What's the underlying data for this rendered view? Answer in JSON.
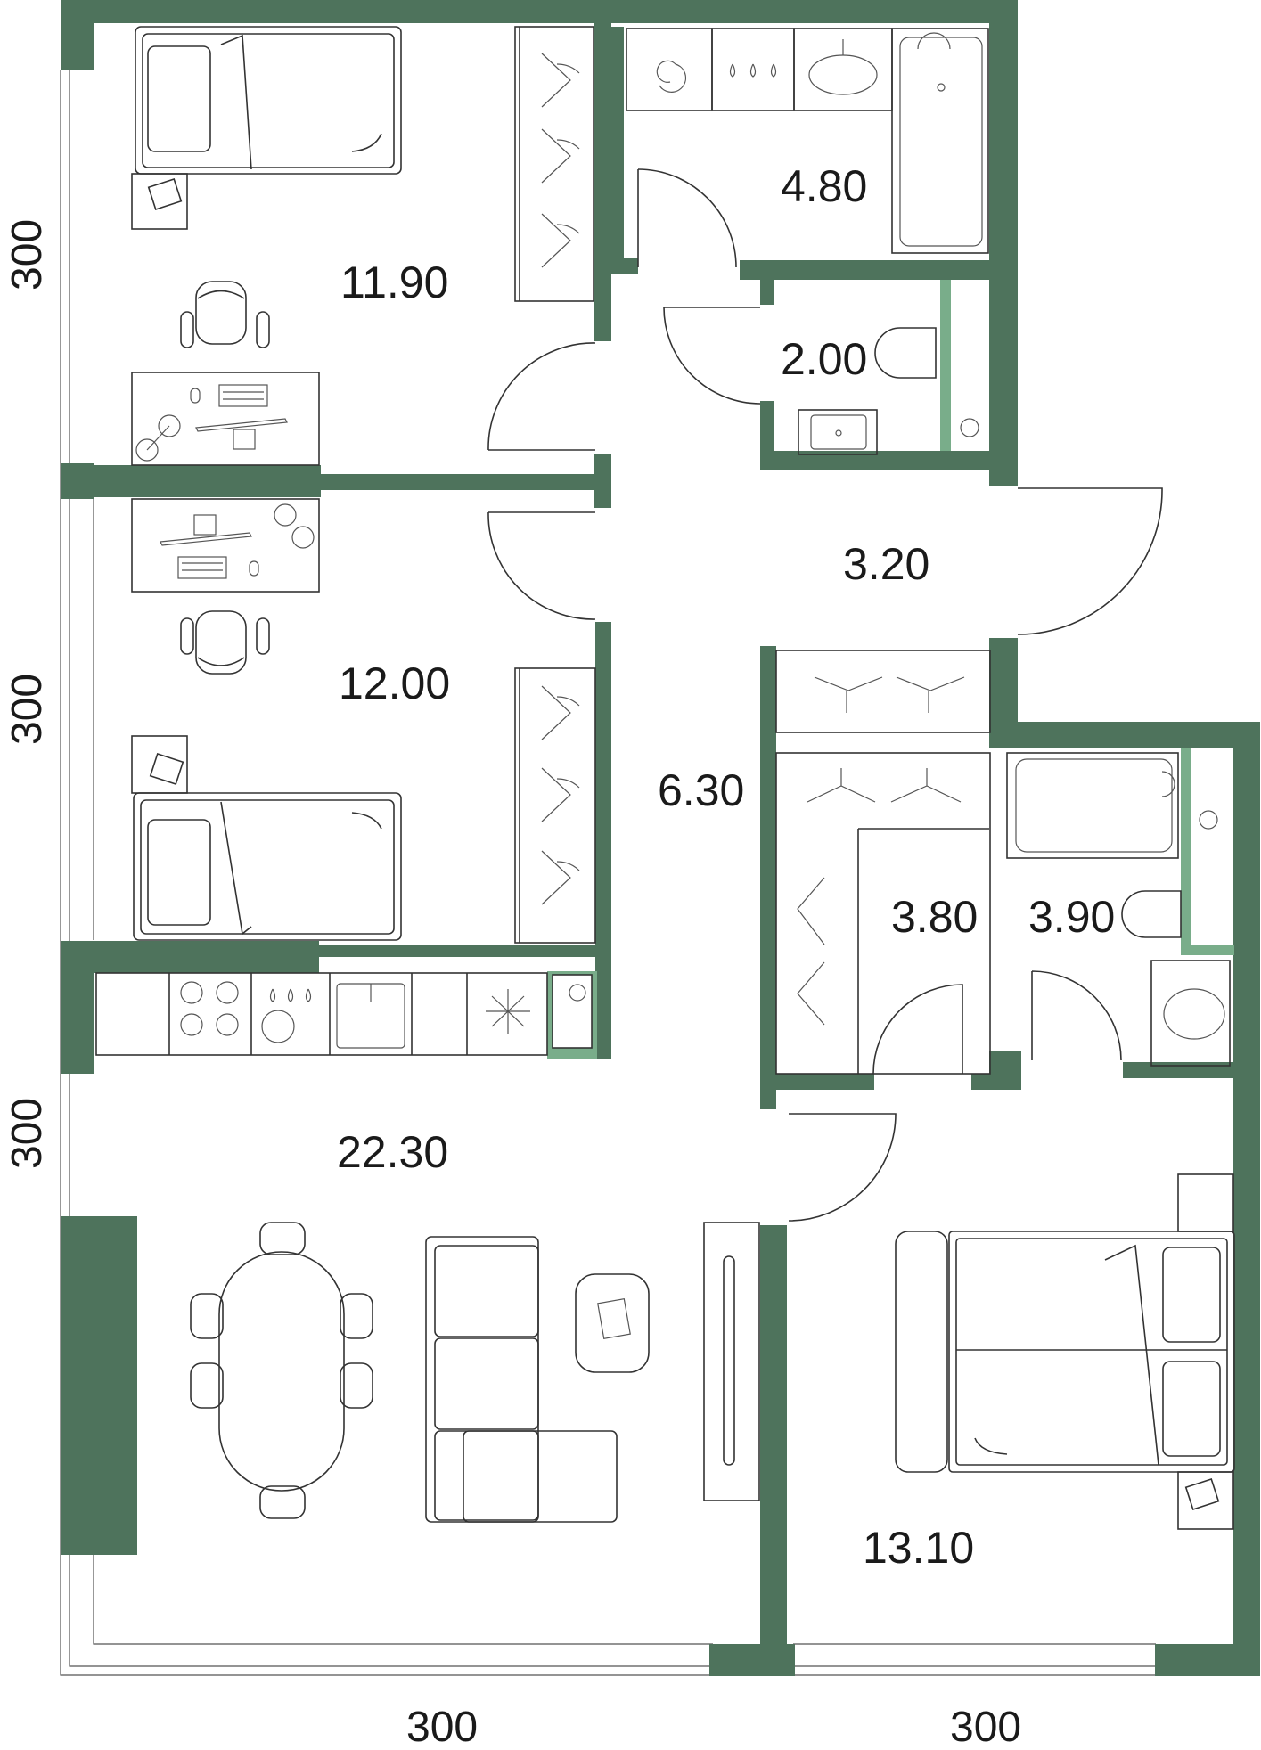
{
  "colors": {
    "wall": "#4e735c",
    "wall_light": "#79ad8a"
  },
  "rooms": {
    "bedroom_top": "11.90",
    "laundry_bath": "4.80",
    "toilet": "2.00",
    "corridor_top": "3.20",
    "bedroom_middle": "12.00",
    "hall": "6.30",
    "wardrobe": "3.80",
    "bathroom": "3.90",
    "kitchen_living": "22.30",
    "master_bedroom": "13.10"
  },
  "dimensions": {
    "left_top": "300",
    "left_middle": "300",
    "left_bottom": "300",
    "bottom_left": "300",
    "bottom_right": "300"
  }
}
